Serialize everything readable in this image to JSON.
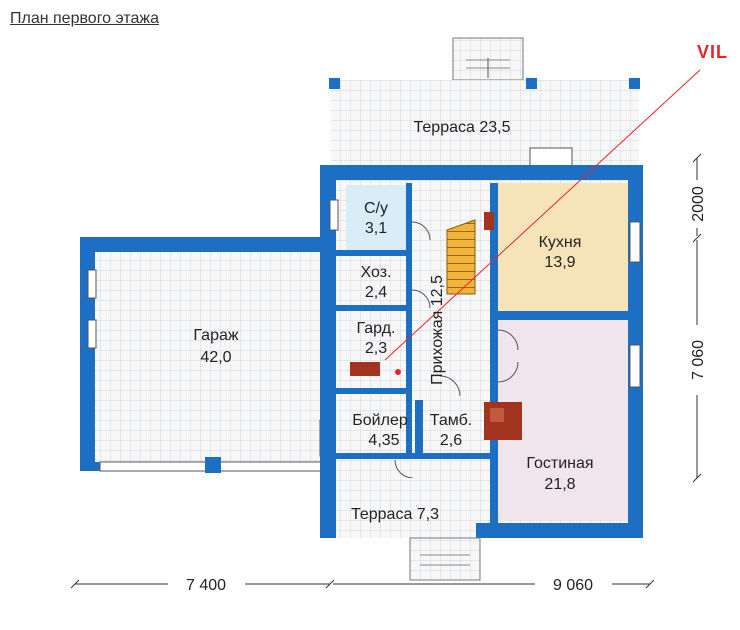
{
  "title": "План первого этажа",
  "badge": "VIL",
  "colors": {
    "wall": "#1d6fc4",
    "tile": "#f7f7f7",
    "grid": "#cfd6de",
    "kitchen": "#f7e3b8",
    "living": "#f0e5ea",
    "bath": "#d8edf8",
    "stairs": "#f2b33a",
    "boiler": "#a0341e",
    "accent": "#e8242a"
  },
  "rooms": {
    "terrace_top": {
      "name": "Терраса 23,5"
    },
    "bath": {
      "name": "С/у",
      "area": "3,1"
    },
    "storage": {
      "name": "Хоз.",
      "area": "2,4"
    },
    "wardrobe": {
      "name": "Гард.",
      "area": "2,3"
    },
    "garage": {
      "name": "Гараж",
      "area": "42,0"
    },
    "hall": {
      "name": "Прихожая 12,5"
    },
    "boiler": {
      "name": "Бойлер",
      "area": "4,35"
    },
    "vestibule": {
      "name": "Тамб.",
      "area": "2,6"
    },
    "kitchen": {
      "name": "Кухня",
      "area": "13,9"
    },
    "living": {
      "name": "Гостиная",
      "area": "21,8"
    },
    "terrace_bottom": {
      "name": "Терраса 7,3"
    }
  },
  "dimensions": {
    "bottom_left": "7 400",
    "bottom_right": "9 060",
    "right_top": "2000",
    "right_main": "7 060"
  }
}
